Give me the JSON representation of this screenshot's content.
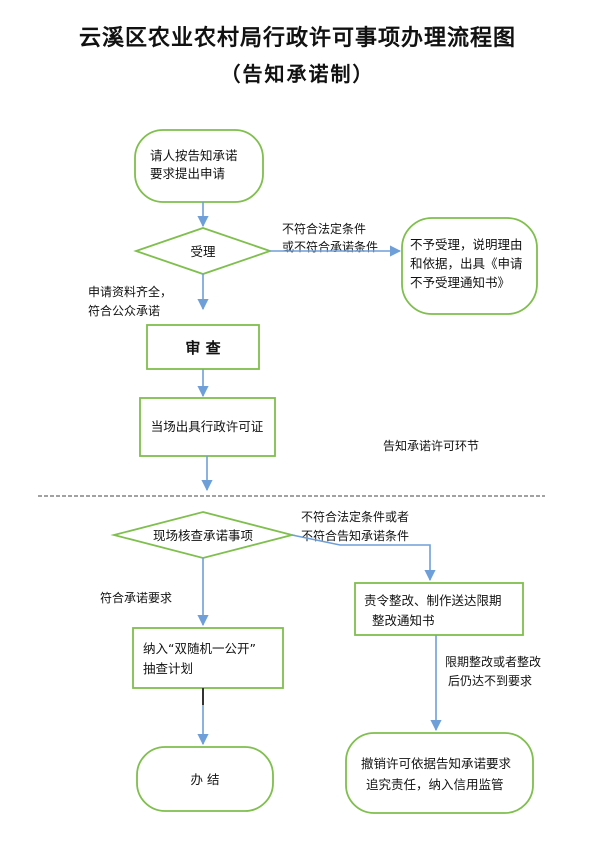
{
  "header": {
    "title": "云溪区农业农村局行政许可事项办理流程图",
    "subtitle": "（告知承诺制）"
  },
  "nodes": {
    "apply": [
      "请人按告知承诺",
      "要求提出申请"
    ],
    "accept": "受理",
    "reject_notice": [
      "不予受理，说明理由",
      "和依据，出具《申请",
      "不予受理通知书》"
    ],
    "review": "审  查",
    "issue_license": "当场出具行政许可证",
    "verify": "现场核查承诺事项",
    "rectify": [
      "责令整改、制作送达限期",
      "整改通知书"
    ],
    "double_random": [
      "纳入“双随机一公开”",
      "抽查计划"
    ],
    "finish": "办   结",
    "revoke": [
      "撤销许可依据告知承诺要求",
      "追究责任，纳入信用监管"
    ]
  },
  "labels": {
    "not_meet_accept": [
      "不符合法定条件",
      "或不符合承诺条件"
    ],
    "materials_ok": [
      "申请资料齐全，",
      "符合公众承诺"
    ],
    "section_license": "告知承诺许可环节",
    "not_meet_verify": [
      "不符合法定条件或者",
      "不符合告知承诺条件"
    ],
    "meets_commitment": "符合承诺要求",
    "overdue": [
      "限期整改或者整改",
      "后仍达不到要求"
    ]
  },
  "colors": {
    "node_border": "#7fbf4d",
    "arrow": "#6f9fd8",
    "divider": "#444444"
  }
}
